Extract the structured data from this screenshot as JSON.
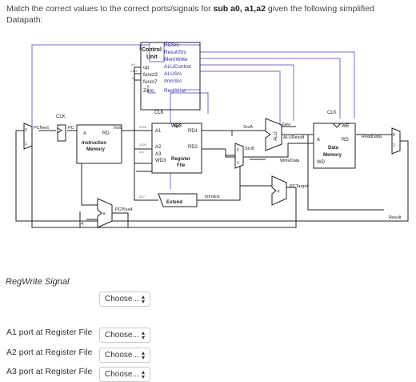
{
  "question": {
    "lead": "Match the correct values to the correct ports/signals for ",
    "instruction": "sub a0, a1,a2",
    "tail": " given the following simplified Datapath:"
  },
  "datapath": {
    "control": {
      "title1": "Control",
      "title2": "Unit",
      "pcsrc": "PCSrc",
      "resultsrc": "ResultSrc",
      "memwrite": "MemWrite",
      "alucontrol": "ALUControl",
      "alusrc": "ALUSrc",
      "immsrc": "ImmSrc",
      "regwrite": "RegWrite",
      "op": "op",
      "funct3": "funct3",
      "funct7": "funct7",
      "zero": "Zero",
      "bits_op": "6:0",
      "bits_f3": "14:12",
      "bits_f7": "30"
    },
    "clk": "CLK",
    "pcnext": "PCNext",
    "pc": "PC",
    "imem": {
      "a": "A",
      "rd": "RD",
      "t1": "Instruction",
      "t2": "Memory",
      "instr": "Instr"
    },
    "regfile": {
      "we3": "WE3",
      "a1": "A1",
      "a2": "A2",
      "a3": "A3",
      "wd3": "WD3",
      "rd1": "RD1",
      "rd2": "RD2",
      "t1": "Register",
      "t2": "File",
      "b1": "19:15",
      "b2": "24:20",
      "b3": "11:7",
      "b4": "31:7"
    },
    "srca": "SrcA",
    "srcb": "SrcB",
    "zero": "Zero",
    "aluresult": "ALUResult",
    "alu": "ALU",
    "writedata": "WriteData",
    "extend": "Extend",
    "immext": "ImmExt",
    "dmem": {
      "we": "WE",
      "a": "A",
      "rd": "RD",
      "t1": "Data",
      "t2": "Memory",
      "wd": "WD",
      "readdata": "ReadData"
    },
    "pcplus4": "PCPlus4",
    "four": "4",
    "pctarget": "PCTarget",
    "result": "Result",
    "mux0": "0",
    "mux1": "1"
  },
  "form": {
    "regwrite_label": "RegWrite Signal",
    "a1_label": "A1 port at  Register File",
    "a2_label": "A2 port at  Register File",
    "a3_label": "A3 port at  Register File",
    "choose": "Choose..."
  }
}
